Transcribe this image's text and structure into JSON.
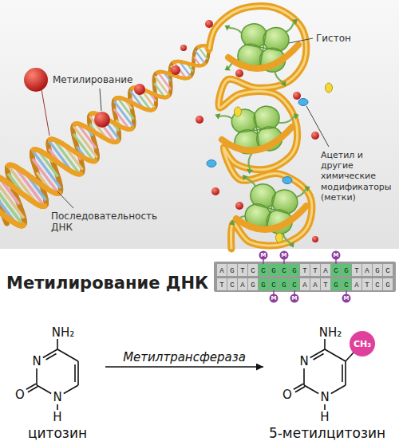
{
  "diagram": {
    "title": "Метилирование ДНК",
    "nodes": [
      {
        "text": [
          "цитозин"
        ]
      },
      {
        "text": [
          "5-метилцитозин"
        ]
      }
    ],
    "edges": [
      {
        "from": 0,
        "to": 1,
        "arrow": "to",
        "label": "Метилтрансфераза"
      }
    ],
    "labels": [
      "Метилирование",
      "Гистон",
      "Ацетил и другие химические модификаторы (метки)",
      "Последовательность ДНК",
      "AGTCCGCGTTACGTAGC",
      "TCAGGCGCAATGCATCG",
      "M",
      "M",
      "M",
      "M",
      "M",
      "M",
      "NH₂",
      "N",
      "O",
      "N",
      "H",
      "NH₂",
      "N",
      "O",
      "N",
      "H",
      "CH₃"
    ]
  }
}
